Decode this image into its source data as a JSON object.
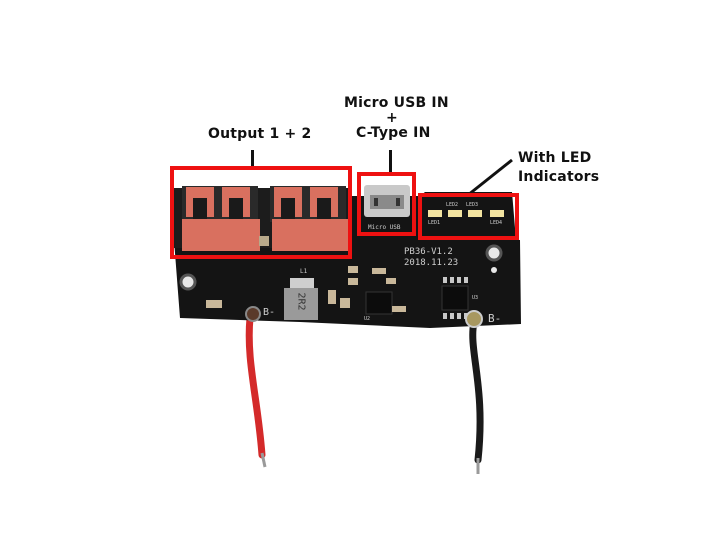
{
  "annotations": {
    "output": {
      "label": "Output 1 + 2"
    },
    "input": {
      "line1": "Micro USB IN",
      "line2": "+",
      "line3": "C-Type IN"
    },
    "leds": {
      "line1": "With LED",
      "line2": "Indicators"
    }
  },
  "board": {
    "model": "PB36-V1.2",
    "date": "2018.11.23",
    "micro_usb_silk": "Micro USB",
    "inductor_marking": "2R2",
    "led_labels": [
      "LED1",
      "LED2",
      "LED3",
      "LED4"
    ],
    "terminal_left": "B-",
    "terminal_right": "B-",
    "chip_labels": [
      "U2",
      "U3",
      "L1"
    ]
  },
  "colors": {
    "highlight_box": "#ee1111",
    "pcb": "#141414",
    "usb_port": "#d9705f",
    "wire_red": "#d42a2a",
    "wire_black": "#1a1a1a"
  }
}
